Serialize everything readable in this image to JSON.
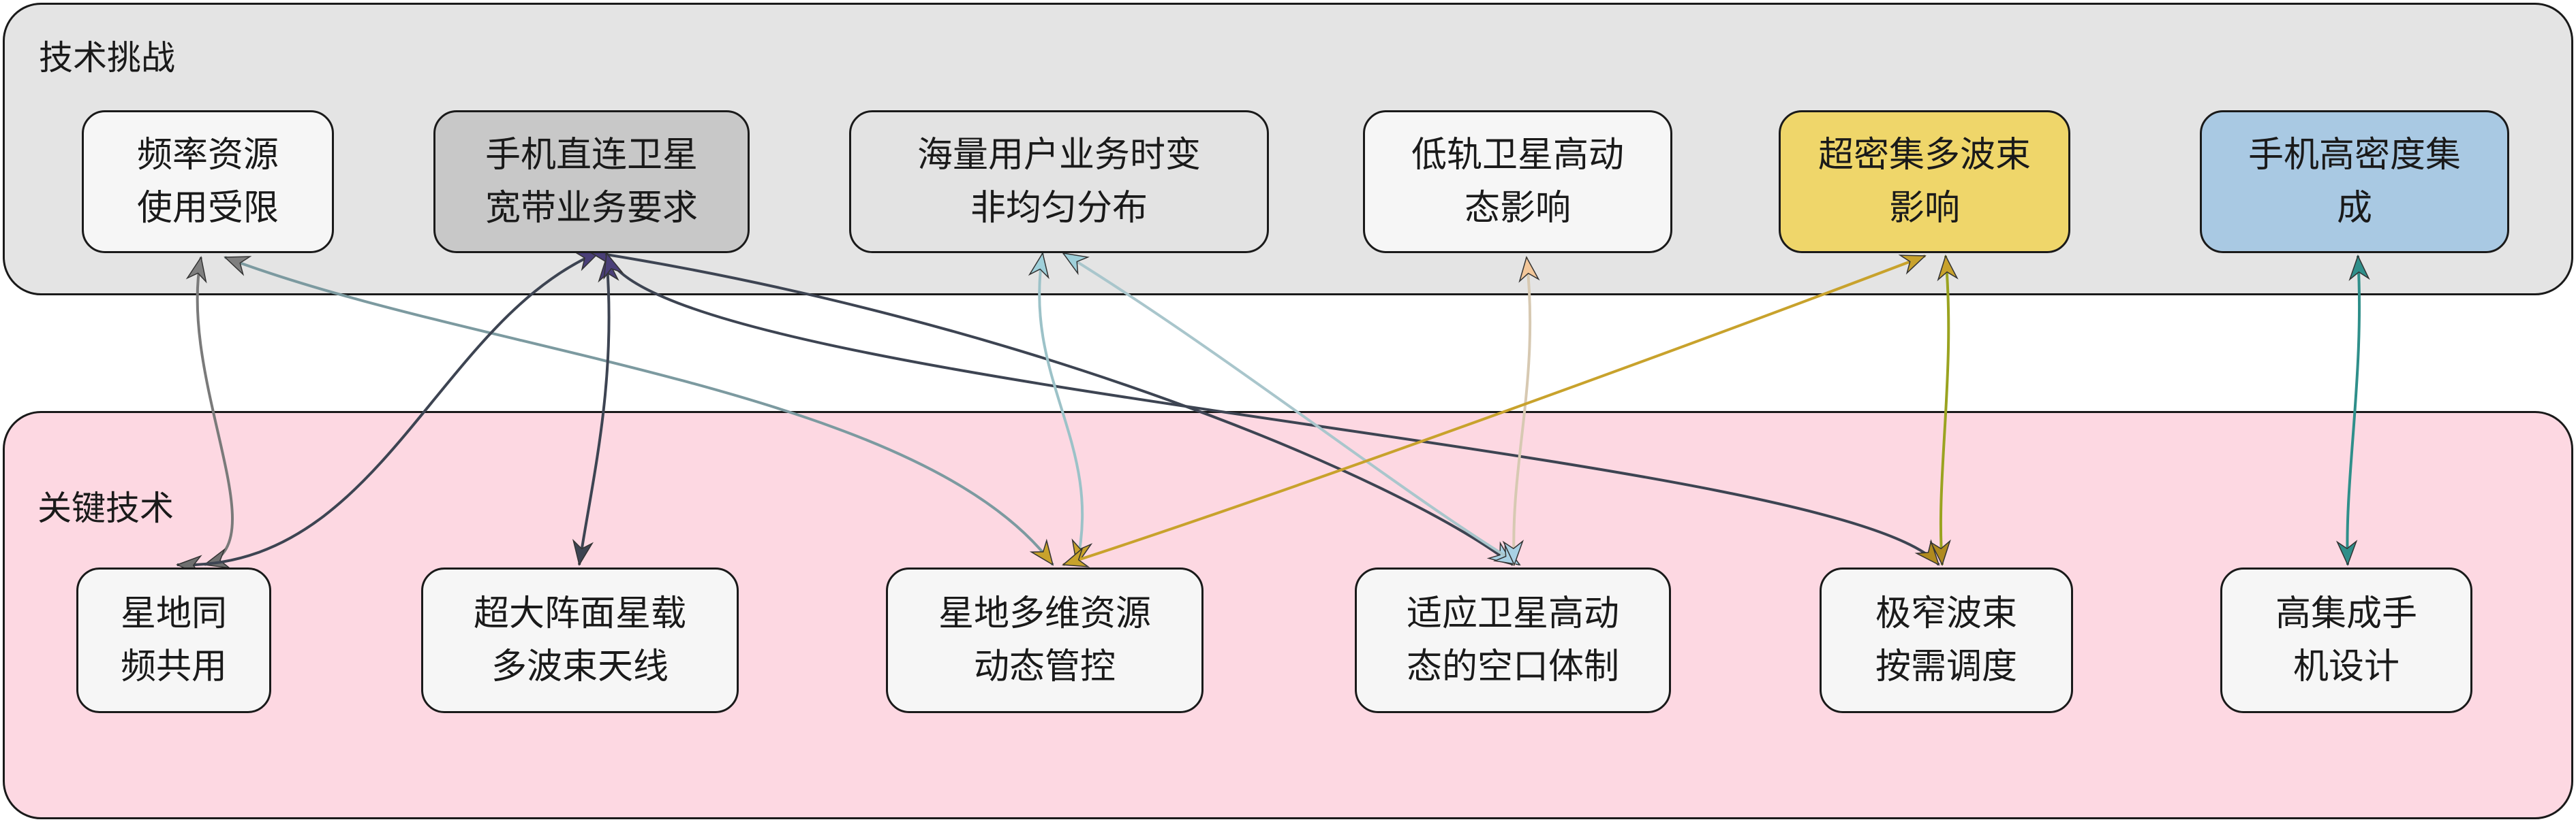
{
  "groups": {
    "challenges": {
      "label": "技术挑战",
      "fill": "#e4e4e4"
    },
    "technologies": {
      "label": "关键技术",
      "fill": "#fdd8e2"
    }
  },
  "challenges": [
    {
      "id": "c1",
      "text": "频率资源\n使用受限",
      "fill": "#f6f6f6"
    },
    {
      "id": "c2",
      "text": "手机直连卫星\n宽带业务要求",
      "fill": "#c8c8c8"
    },
    {
      "id": "c3",
      "text": "海量用户业务时变\n非均匀分布",
      "fill": "#e3e3e3"
    },
    {
      "id": "c4",
      "text": "低轨卫星高动\n态影响",
      "fill": "#f6f6f6"
    },
    {
      "id": "c5",
      "text": "超密集多波束\n影响",
      "fill": "#efd66a"
    },
    {
      "id": "c6",
      "text": "手机高密度集\n成",
      "fill": "#a9c9e3"
    }
  ],
  "technologies": [
    {
      "id": "t1",
      "text": "星地同\n频共用",
      "fill": "#f6f6f6"
    },
    {
      "id": "t2",
      "text": "超大阵面星载\n多波束天线",
      "fill": "#f6f6f6"
    },
    {
      "id": "t3",
      "text": "星地多维资源\n动态管控",
      "fill": "#f6f6f6"
    },
    {
      "id": "t4",
      "text": "适应卫星高动\n态的空口体制",
      "fill": "#f6f6f6"
    },
    {
      "id": "t5",
      "text": "极窄波束\n按需调度",
      "fill": "#f6f6f6"
    },
    {
      "id": "t6",
      "text": "高集成手\n机设计",
      "fill": "#f6f6f6"
    }
  ],
  "links": [
    {
      "from": "c1",
      "to": "t1",
      "color": "#7a7a7a"
    },
    {
      "from": "c1",
      "to": "t3",
      "color": "#7c9aa0"
    },
    {
      "from": "c2",
      "to": "t1",
      "color": "#3d4452"
    },
    {
      "from": "c2",
      "to": "t2",
      "color": "#3d4452"
    },
    {
      "from": "c2",
      "to": "t4",
      "color": "#3d4452"
    },
    {
      "from": "c2",
      "to": "t5",
      "color": "#3d4452"
    },
    {
      "from": "c3",
      "to": "t3",
      "color": "#9cc2c8"
    },
    {
      "from": "c3",
      "to": "t4",
      "color": "#a9c6cc"
    },
    {
      "from": "c4",
      "to": "t4",
      "color": "#d7c9b2"
    },
    {
      "from": "c5",
      "to": "t3",
      "color": "#c8a22c"
    },
    {
      "from": "c5",
      "to": "t5",
      "color": "#9aa320"
    },
    {
      "from": "c6",
      "to": "t6",
      "color": "#2f8f8a"
    }
  ],
  "arrow_colors": {
    "c1": "#7f7f7f",
    "c2": "#4a3f78",
    "c3": "#9fd0da",
    "c4": "#f3c79a",
    "c5": "#c8a22c",
    "c6": "#2f8f8a",
    "t1": "#6f6f6f",
    "t2": "#3d4452",
    "t3": "#c8a22c",
    "t4": "#a9d1e4",
    "t5": "#b08a1f",
    "t6": "#2f8f8a"
  }
}
